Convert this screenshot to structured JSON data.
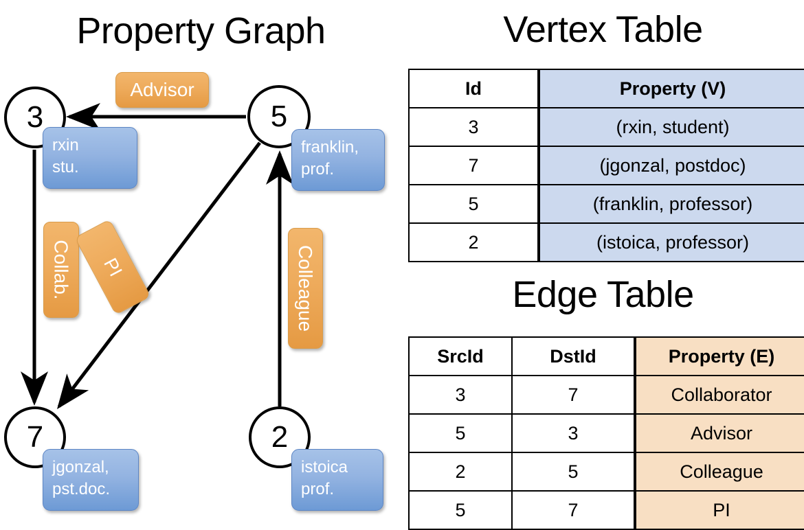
{
  "titles": {
    "graph": "Property Graph",
    "vertex_table": "Vertex Table",
    "edge_table": "Edge Table"
  },
  "graph": {
    "nodes": [
      {
        "id": "3",
        "label": "3",
        "property_line1": "rxin",
        "property_line2": "stu."
      },
      {
        "id": "5",
        "label": "5",
        "property_line1": "franklin,",
        "property_line2": "prof."
      },
      {
        "id": "7",
        "label": "7",
        "property_line1": "jgonzal,",
        "property_line2": "pst.doc."
      },
      {
        "id": "2",
        "label": "2",
        "property_line1": "istoica",
        "property_line2": "prof."
      }
    ],
    "edge_labels": [
      {
        "key": "advisor",
        "text": "Advisor",
        "from": "5",
        "to": "3"
      },
      {
        "key": "collab",
        "text": "Collab.",
        "from": "3",
        "to": "7"
      },
      {
        "key": "pi",
        "text": "PI",
        "from": "5",
        "to": "7"
      },
      {
        "key": "colleague",
        "text": "Colleague",
        "from": "2",
        "to": "5"
      }
    ]
  },
  "vertex_table": {
    "headers": [
      "Id",
      "Property (V)"
    ],
    "rows": [
      {
        "id": "3",
        "property": "(rxin, student)"
      },
      {
        "id": "7",
        "property": "(jgonzal, postdoc)"
      },
      {
        "id": "5",
        "property": "(franklin, professor)"
      },
      {
        "id": "2",
        "property": "(istoica, professor)"
      }
    ]
  },
  "edge_table": {
    "headers": [
      "SrcId",
      "DstId",
      "Property (E)"
    ],
    "rows": [
      {
        "src": "3",
        "dst": "7",
        "property": "Collaborator"
      },
      {
        "src": "5",
        "dst": "3",
        "property": "Advisor"
      },
      {
        "src": "2",
        "dst": "5",
        "property": "Colleague"
      },
      {
        "src": "5",
        "dst": "7",
        "property": "PI"
      }
    ]
  },
  "colors": {
    "vertex_property_fill": "#ccd9ee",
    "edge_property_fill": "#f8dfc3",
    "vertex_box_blue": "#93b3e1",
    "edge_box_orange": "#eeab5c",
    "stroke": "#000000",
    "background": "#ffffff"
  }
}
